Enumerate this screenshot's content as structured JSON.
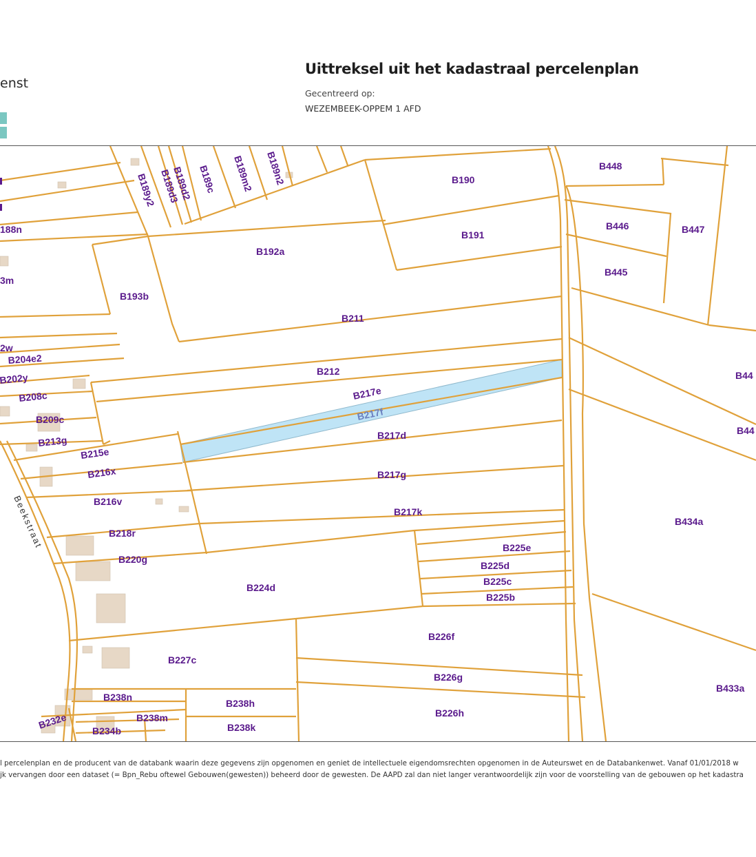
{
  "header": {
    "agency_fragment": "enst",
    "title": "Uittreksel uit het kadastraal percelenplan",
    "centered_label": "Gecentreerd op:",
    "centered_value": "WEZEMBEEK-OPPEM 1 AFD"
  },
  "map": {
    "highlighted_parcel": "B217f",
    "street": "Beekstraat",
    "parcels": [
      "B448",
      "B190",
      "B446",
      "B447",
      "B191",
      "B192a",
      "B445",
      "B193b",
      "B211",
      "B212",
      "B217e",
      "B217f",
      "B217d",
      "B217g",
      "B217k",
      "B434a",
      "B225e",
      "B225d",
      "B225c",
      "B225b",
      "B224d",
      "B226f",
      "B227c",
      "B226g",
      "B433a",
      "B238n",
      "B238h",
      "B226h",
      "B238m",
      "B238k",
      "B232e",
      "B234b",
      "B220g",
      "B218r",
      "B216v",
      "B216x",
      "B215e",
      "B213g",
      "B209c",
      "B208c",
      "B202y",
      "B204e2",
      "2w",
      "3m",
      "188n",
      "B189y2",
      "B189d3",
      "B189d2",
      "B189c",
      "B189m2",
      "B189n2",
      "B44",
      "B44"
    ],
    "colors": {
      "boundary": "#e0a13a",
      "highlight": "#bfe4f6",
      "building": "#e7d8c6",
      "label": "#5a1a8c"
    }
  },
  "footer": {
    "line1": "l percelenplan en de producent van de databank waarin deze gegevens zijn opgenomen en geniet de intellectuele eigendomsrechten opgenomen in de Auteurswet en de Databankenwet. Vanaf 01/01/2018 w",
    "line2": "jk vervangen door een dataset (= Bpn_Rebu oftewel Gebouwen(gewesten)) beheerd door de gewesten. De AAPD zal dan niet langer verantwoordelijk zijn voor de voorstelling van de gebouwen op het kadastra"
  }
}
